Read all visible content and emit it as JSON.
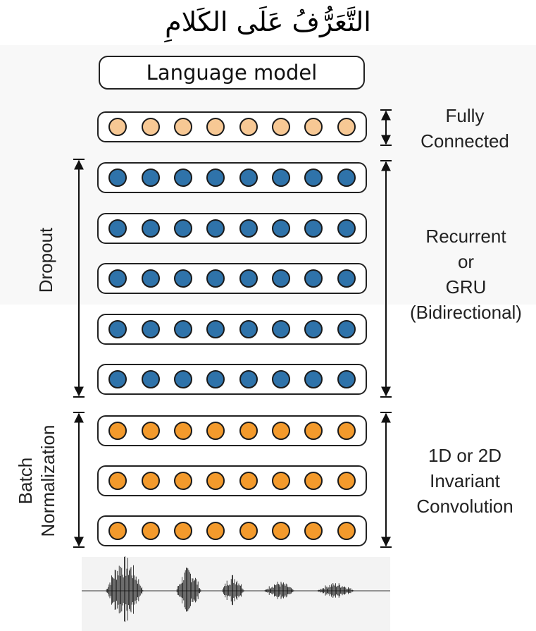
{
  "title": "التَّعَرُّفُ عَلَى الكَلامِ",
  "language_model": "Language model",
  "layers": [
    {
      "group": "fc",
      "nodes": 8,
      "fill": "#f7c894"
    },
    {
      "group": "rnn",
      "nodes": 8,
      "fill": "#2f73aa"
    },
    {
      "group": "rnn",
      "nodes": 8,
      "fill": "#2f73aa"
    },
    {
      "group": "rnn",
      "nodes": 8,
      "fill": "#2f73aa"
    },
    {
      "group": "rnn",
      "nodes": 8,
      "fill": "#2f73aa"
    },
    {
      "group": "rnn",
      "nodes": 8,
      "fill": "#2f73aa"
    },
    {
      "group": "conv",
      "nodes": 8,
      "fill": "#f39a2c"
    },
    {
      "group": "conv",
      "nodes": 8,
      "fill": "#f39a2c"
    },
    {
      "group": "conv",
      "nodes": 8,
      "fill": "#f39a2c"
    }
  ],
  "labels": {
    "fully_connected": [
      "Fully",
      "Connected"
    ],
    "recurrent": [
      "Recurrent",
      "or",
      "GRU",
      "(Bidirectional)"
    ],
    "convolution": [
      "1D or 2D",
      "Invariant",
      "Convolution"
    ],
    "dropout": "Dropout",
    "batch_norm": [
      "Batch",
      "Normalization"
    ]
  }
}
